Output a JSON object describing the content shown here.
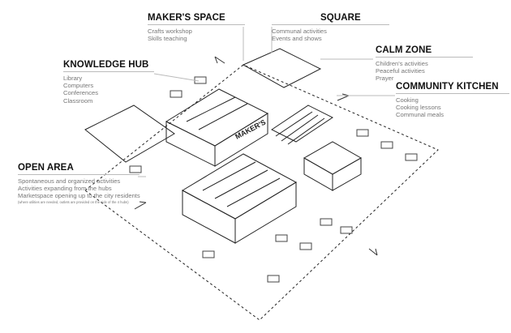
{
  "labels": {
    "makers_space": {
      "title": "MAKER'S SPACE",
      "items": [
        "Crafts workshop",
        "Skills teaching"
      ]
    },
    "square": {
      "title": "SQUARE",
      "items": [
        "Communal activities",
        "Events and shows"
      ]
    },
    "calm_zone": {
      "title": "CALM ZONE",
      "items": [
        "Children's activities",
        "Peaceful activities",
        "Prayer"
      ]
    },
    "community_kitchen": {
      "title": "COMMUNITY KITCHEN",
      "items": [
        "Cooking",
        "Cooking lessons",
        "Communal meals"
      ]
    },
    "knowledge_hub": {
      "title": "KNOWLEDGE HUB",
      "items": [
        "Library",
        "Computers",
        "Conferences",
        "Classroom"
      ]
    },
    "open_area": {
      "title": "OPEN AREA",
      "items": [
        "Spontaneous and organized activities",
        "Activities expanding from the hubs",
        "Marketspace opening up to the city residents"
      ],
      "note": "(where utilities are needed, outlets are provided on the side of the 4 hubs)"
    }
  },
  "drawing": {
    "sign_text": "MAKER'S"
  }
}
